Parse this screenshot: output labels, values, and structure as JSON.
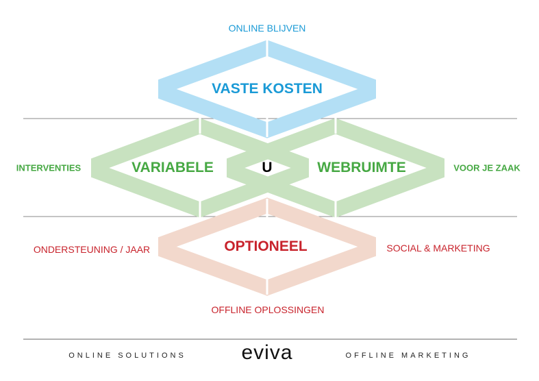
{
  "top": {
    "label": "ONLINE BLIJVEN",
    "title": "VASTE KOSTEN"
  },
  "middle": {
    "left_label": "INTERVENTIES",
    "left_title": "VARIABELE",
    "center": "U",
    "right_title": "WEBRUIMTE",
    "right_label": "VOOR JE ZAAK"
  },
  "bottom": {
    "left_label": "ONDERSTEUNING / JAAR",
    "title": "OPTIONEEL",
    "right_label": "SOCIAL & MARKETING",
    "below_label": "OFFLINE OPLOSSINGEN"
  },
  "footer": {
    "left": "ONLINE SOLUTIONS",
    "logo": "eviva",
    "right": "OFFLINE MARKETING"
  },
  "colors": {
    "blue": "#b3dff5",
    "green": "#c8e2c0",
    "red": "#f2d8cc"
  }
}
